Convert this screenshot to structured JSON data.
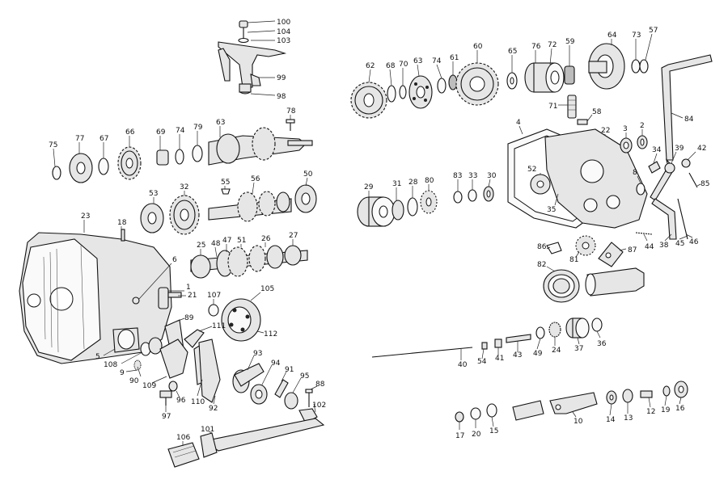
{
  "labels": {
    "n100": "100",
    "n104": "104",
    "n103": "103",
    "n99": "99",
    "n98": "98",
    "n62": "62",
    "n68": "68",
    "n70": "70",
    "n63": "63",
    "n74a": "74",
    "n61": "61",
    "n60": "60",
    "n65": "65",
    "n76": "76",
    "n72": "72",
    "n59": "59",
    "n64": "64",
    "n73": "73",
    "n57": "57",
    "n71": "71",
    "n58": "58",
    "n84": "84",
    "n78": "78",
    "n75": "75",
    "n77": "77",
    "n67": "67",
    "n66": "66",
    "n69": "69",
    "n74b": "74",
    "n79": "79",
    "n63b": "63",
    "n4": "4",
    "n22": "22",
    "n3": "3",
    "n2": "2",
    "n34": "34",
    "n39": "39",
    "n42": "42",
    "n8": "8",
    "n85": "85",
    "n55": "55",
    "n56": "56",
    "n50": "50",
    "n53": "53",
    "n32": "32",
    "n29": "29",
    "n31": "31",
    "n28": "28",
    "n80": "80",
    "n83": "83",
    "n33": "33",
    "n30": "30",
    "n52": "52",
    "n35": "35",
    "n23": "23",
    "n18": "18",
    "n25": "25",
    "n48": "48",
    "n47": "47",
    "n51": "51",
    "n26": "26",
    "n27": "27",
    "n6": "6",
    "n44": "44",
    "n38": "38",
    "n45": "45",
    "n46": "46",
    "n86": "86",
    "n81": "81",
    "n87": "87",
    "n82": "82",
    "n1": "1",
    "n21": "21",
    "n107": "107",
    "n105": "105",
    "n89": "89",
    "n111": "111",
    "n112": "112",
    "n5": "5",
    "n108": "108",
    "n9": "9",
    "n90": "90",
    "n109": "109",
    "n93": "93",
    "n94": "94",
    "n91": "91",
    "n95": "95",
    "n88": "88",
    "n96": "96",
    "n110": "110",
    "n92": "92",
    "n102": "102",
    "n97": "97",
    "n40": "40",
    "n54": "54",
    "n41": "41",
    "n43": "43",
    "n49": "49",
    "n24": "24",
    "n37": "37",
    "n36": "36",
    "n101": "101",
    "n106": "106",
    "n17": "17",
    "n20": "20",
    "n15": "15",
    "n10": "10",
    "n14": "14",
    "n13": "13",
    "n12": "12",
    "n19": "19",
    "n16": "16"
  }
}
